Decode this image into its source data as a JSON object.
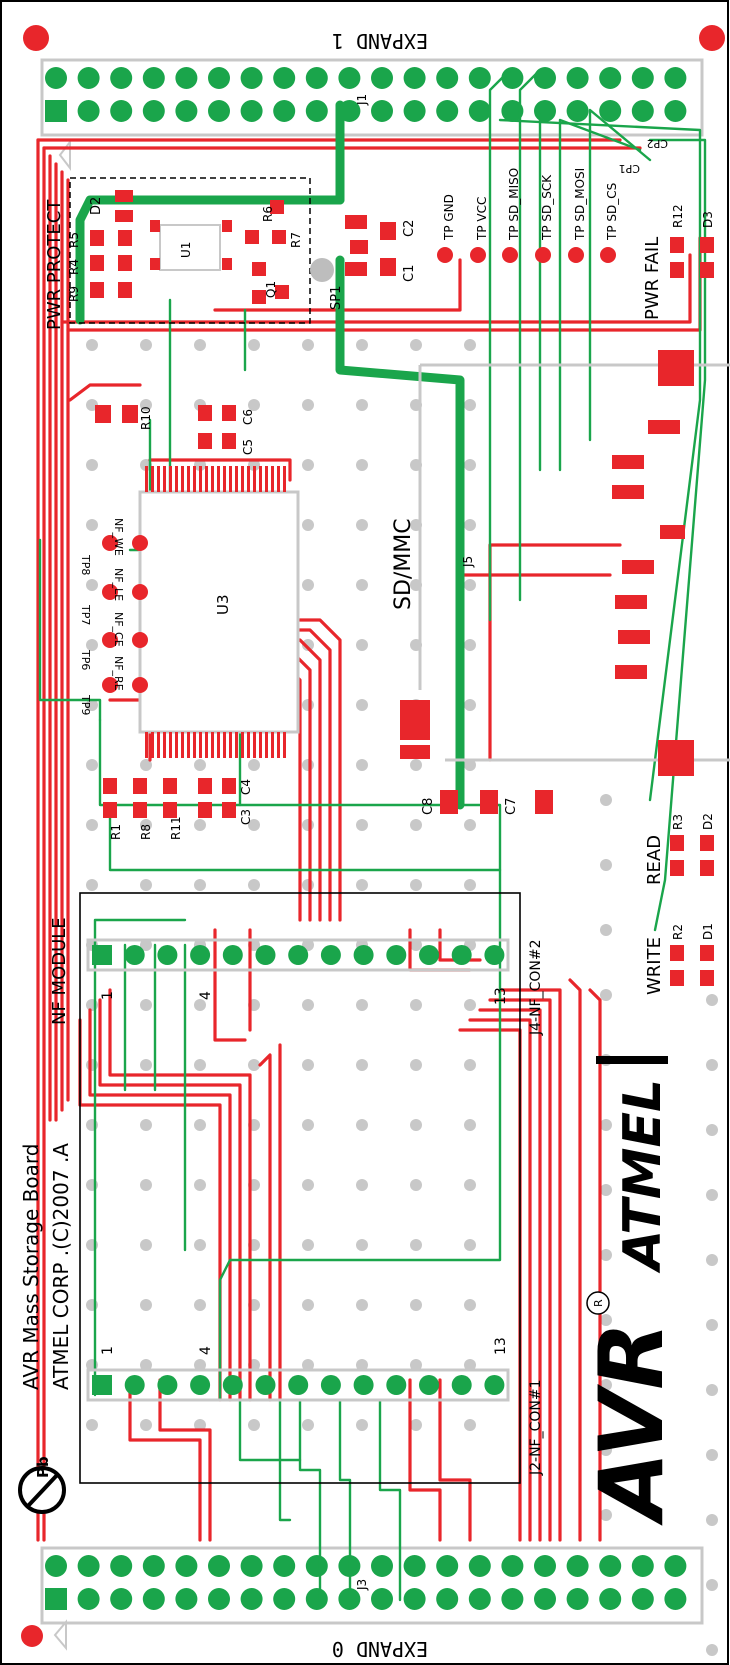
{
  "header": {
    "expand1": "EXPAND 1"
  },
  "footer": {
    "expand0": "EXPAND 0"
  },
  "board": {
    "title": "AVR Mass Storage Board",
    "copyright": "ATMEL CORP .(C)2007 .A",
    "module": "NF MODULE",
    "pwr_protect": "PWR PROTECT",
    "pwr_fail": "PWR FAIL",
    "sd_mmc": "SD/MMC",
    "write": "WRITE",
    "read": "READ",
    "lead_free": "Pb"
  },
  "logos": {
    "atmel": "ATMEL",
    "avr": "AVR",
    "registered": "R"
  },
  "connectors": {
    "j1": "J1",
    "j3": "J3",
    "j5": "J5",
    "u3": "U3",
    "u1": "U1",
    "j4": "J4-NF_CON#2",
    "j2": "J2-NF_CON#1",
    "pin1": "1",
    "pin4": "4",
    "pin13": "13"
  },
  "components": {
    "d2": "D2",
    "r5": "R5",
    "r4": "R4",
    "r9": "R9",
    "r6": "R6",
    "r7": "R7",
    "q1": "Q1",
    "sp1": "SP1",
    "c1": "C1",
    "c2": "C2",
    "r10": "R10",
    "c5": "C5",
    "c6": "C6",
    "r1": "R1",
    "r8": "R8",
    "r11": "R11",
    "c3": "C3",
    "c4": "C4",
    "c8": "C8",
    "c7": "C7",
    "r12": "R12",
    "d3": "D3",
    "r3": "R3",
    "d2b": "D2",
    "r2": "R2",
    "d1": "D1",
    "cp1": "CP1",
    "cp2": "CP2"
  },
  "testpoints": {
    "tp_gnd": "TP GND",
    "tp_vcc": "TP VCC",
    "tp_miso": "TP SD_MISO",
    "tp_sck": "TP SD_SCK",
    "tp_mosi": "TP SD_MOSI",
    "tp_cs": "TP SD_CS",
    "tp8": "TP8",
    "tp7": "TP7",
    "tp6": "TP6",
    "tp9": "TP9",
    "nf_we": "NF_WE",
    "nf_le": "NF_LE",
    "nf_ce": "NF_CE",
    "nf_re": "NF_RE"
  },
  "colors": {
    "red": "#e8262b",
    "green": "#1aa54b",
    "grey": "#c8c8c8",
    "black": "#000000"
  }
}
